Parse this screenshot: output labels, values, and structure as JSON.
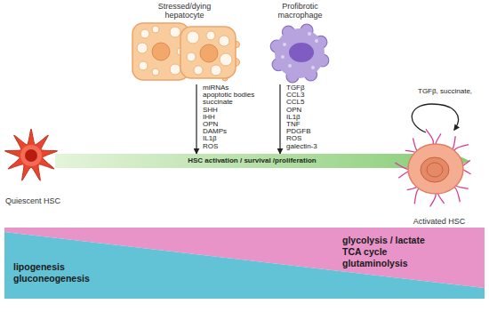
{
  "diagram": {
    "nodes": [
      {
        "text": [
          "Stressed/dying hepatocyte"
        ]
      },
      {
        "text": [
          "Profibrotic macrophage"
        ]
      },
      {
        "text": [
          "Quiescent HSC"
        ]
      },
      {
        "text": [
          "HSC activation / survival /proliferation"
        ]
      },
      {
        "text": [
          "Activated HSC"
        ]
      },
      {
        "text": [
          "glycolysis / lactate",
          "TCA cycle",
          "glutaminolysis"
        ]
      },
      {
        "text": [
          "lipogenesis",
          "gluconeogenesis"
        ]
      }
    ],
    "edges": [
      {
        "from": 0,
        "to": 3,
        "arrow": "to"
      },
      {
        "from": 1,
        "to": 3,
        "arrow": "to"
      }
    ],
    "labels": [
      "miRNAs",
      "apoptotic bodies",
      "succinate",
      "SHH",
      "IHH",
      "OPN",
      "DAMPs",
      "IL1β",
      "ROS",
      "TGFβ",
      "CCL3",
      "CCL5",
      "OPN",
      "IL1β",
      "TNF",
      "PDGFB",
      "ROS",
      "galectin-3",
      "TGFβ, succinate,"
    ]
  }
}
